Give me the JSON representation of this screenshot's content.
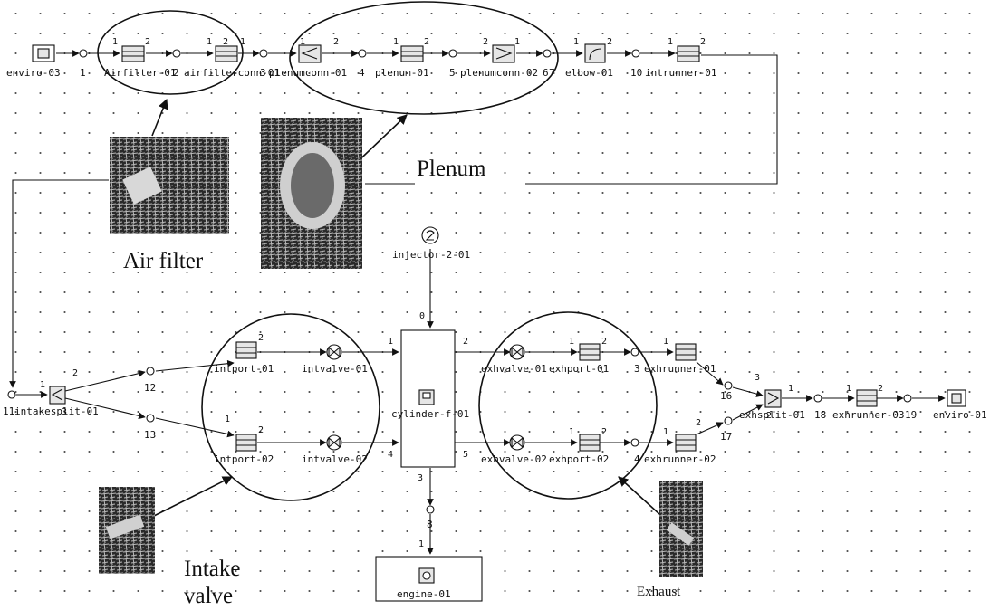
{
  "components": {
    "enviro_03": "enviro-03",
    "airfilter_01": "Airfilter-01",
    "airfilterconn_01": "airfilterconn-01",
    "plenumconn_01": "plenumconn-01",
    "plenum_01": "plenum-01",
    "plenumconn_02": "plenumconn-02",
    "elbow_01": "elbow-01",
    "intrunner_01": "intrunner-01",
    "intakesplit_01": "intakesplit-01",
    "intport_01": "intport-01",
    "intport_02": "intport-02",
    "intvalve_01": "intvalve-01",
    "intvalve_02": "intvalve-02",
    "injector_2_01": "injector-2-01",
    "cylinder_f_01": "cylinder-f-01",
    "engine_01": "engine-01",
    "exhvalve_01": "exhvalve-01",
    "exhvalve_02": "exhvalve-02",
    "exhport_01": "exhport-01",
    "exhport_02": "exhport-02",
    "exhrunner_01": "exhrunner-01",
    "exhrunner_02": "exhrunner-02",
    "exhsplit_01": "exhsplit-01",
    "exhrunner_03": "exhrunner-03",
    "enviro_01": "enviro-01"
  },
  "nodes": {
    "n1": "1",
    "n2": "2",
    "n3": "3",
    "n4": "4",
    "n5": "5",
    "n6": "6",
    "n7": "7",
    "n8": "8",
    "n10": "10",
    "n11": "11",
    "n12": "12",
    "n13": "13",
    "n16": "16",
    "n17": "17",
    "n18": "18",
    "n19": "19"
  },
  "ports": {
    "one": "1",
    "two": "2",
    "three": "3",
    "four": "4",
    "five": "5",
    "zero": "0"
  },
  "annotations": {
    "air_filter": "Air filter",
    "plenum": "Plenum",
    "intake_valve_line1": "Intake",
    "intake_valve_line2": "valve",
    "exhaust": "Exhaust"
  },
  "colors": {
    "line": "#111111",
    "icon_fill": "#e6e6e6",
    "photo_dark": "#1a1a1a"
  },
  "icons": {
    "enviro": "environment-square-icon",
    "node": "junction-circle-icon",
    "pipe": "pipe-rectangle-icon",
    "split": "flow-split-icon",
    "valve": "valve-bowtie-icon",
    "elbow": "elbow-bend-icon",
    "injector": "injector-circle-icon",
    "cylinder": "cylinder-icon",
    "engine": "engine-icon",
    "photo": "engine-part-photo"
  }
}
